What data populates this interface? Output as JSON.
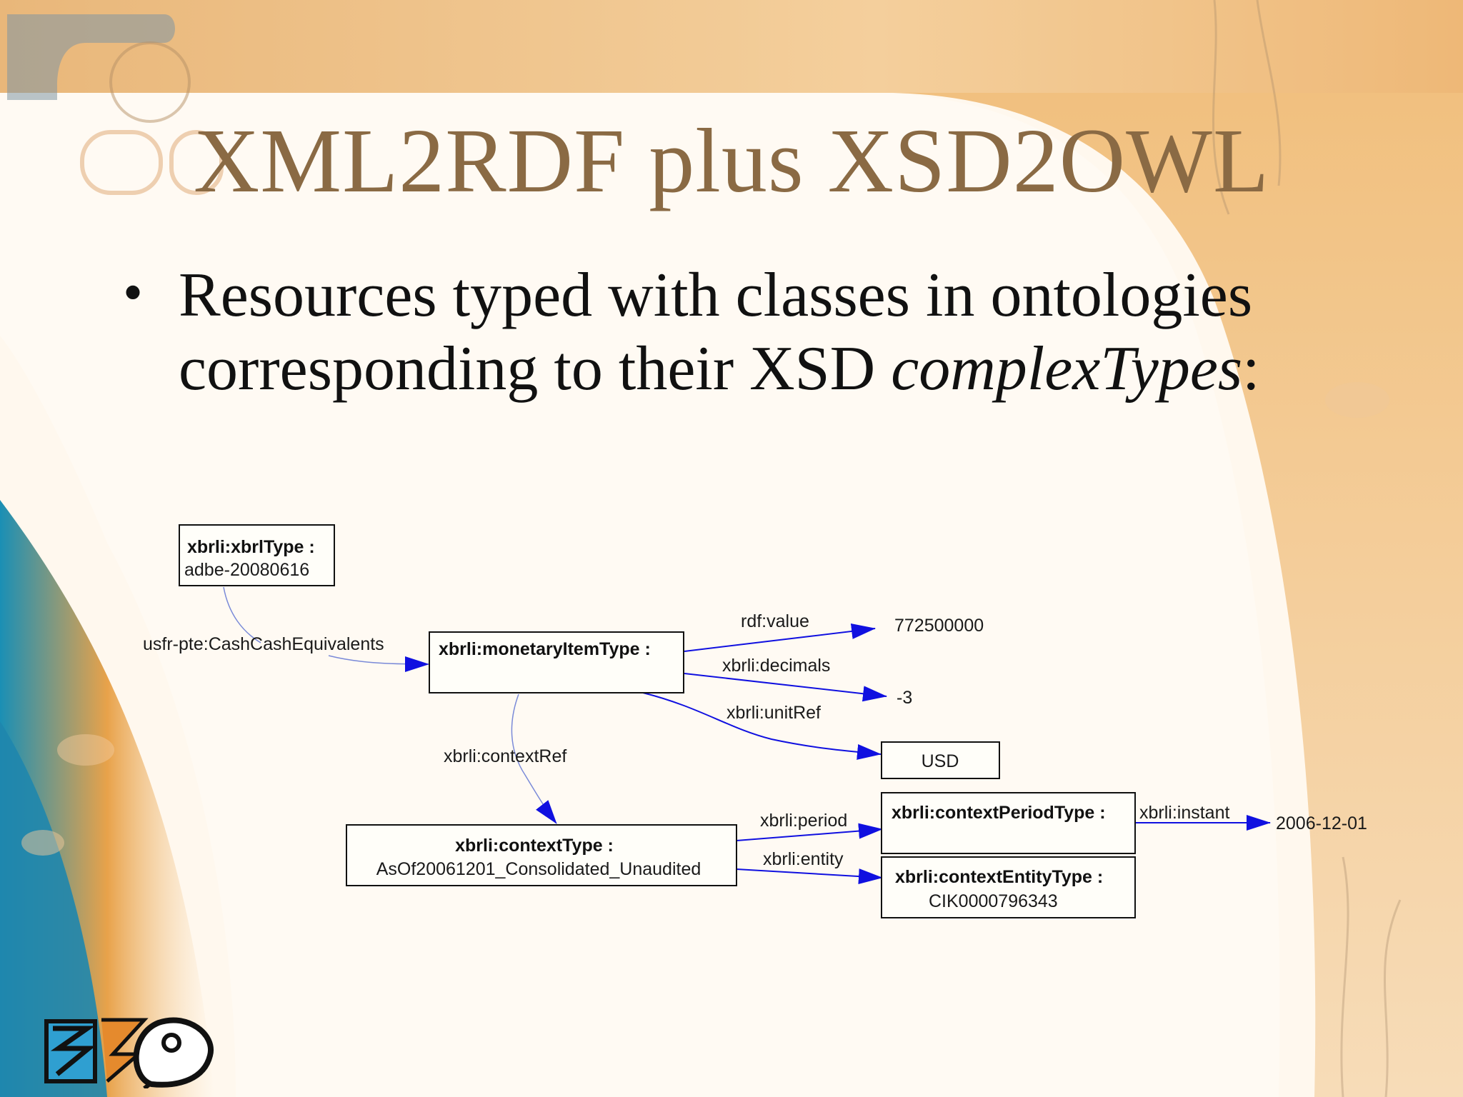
{
  "slide": {
    "title": "XML2RDF plus XSD2OWL",
    "bullet": {
      "line1": "Resources typed with classes in ontologies",
      "line2_start": "corresponding to their XSD ",
      "line2_italic": "complexTypes",
      "line2_end": ":"
    }
  },
  "diagram": {
    "nodes": {
      "xbrl": {
        "type": "xbrli:xbrlType :",
        "id": "adbe-20080616"
      },
      "monetary": {
        "type": "xbrli:monetaryItemType :"
      },
      "context": {
        "type": "xbrli:contextType :",
        "id": "AsOf20061201_Consolidated_Unaudited"
      },
      "period": {
        "type": "xbrli:contextPeriodType :"
      },
      "entity": {
        "type": "xbrli:contextEntityType :",
        "id": "CIK0000796343"
      },
      "usd": {
        "label": "USD"
      },
      "value": {
        "label": "772500000"
      },
      "decimals": {
        "label": "-3"
      },
      "instant": {
        "label": "2006-12-01"
      }
    },
    "edges": {
      "cash": "usfr-pte:CashCashEquivalents",
      "rdf_value": "rdf:value",
      "decimals": "xbrli:decimals",
      "unit_ref": "xbrli:unitRef",
      "context_ref": "xbrli:contextRef",
      "period": "xbrli:period",
      "entity": "xbrli:entity",
      "instant": "xbrli:instant"
    },
    "colors": {
      "edge": "#1010e0",
      "edge_light": "#7a8ad8",
      "node_border": "#111111"
    }
  },
  "logo": {
    "icon": "gris-logo-icon"
  }
}
